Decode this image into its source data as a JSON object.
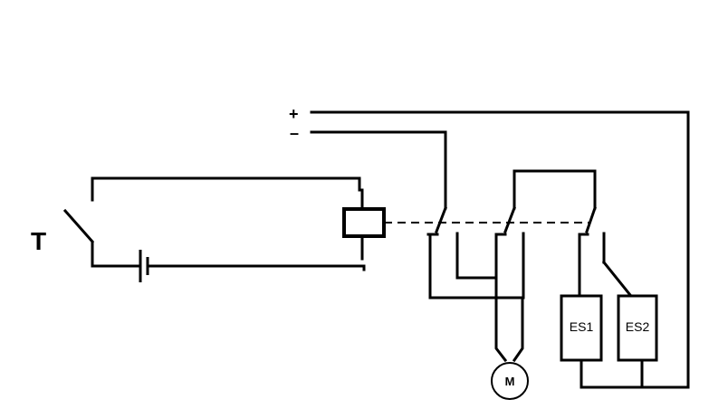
{
  "labels": {
    "switch": "T",
    "plus": "+",
    "minus": "–",
    "motor": "M",
    "es1": "ES1",
    "es2": "ES2"
  },
  "colors": {
    "line": "#000000",
    "background": "#ffffff"
  }
}
